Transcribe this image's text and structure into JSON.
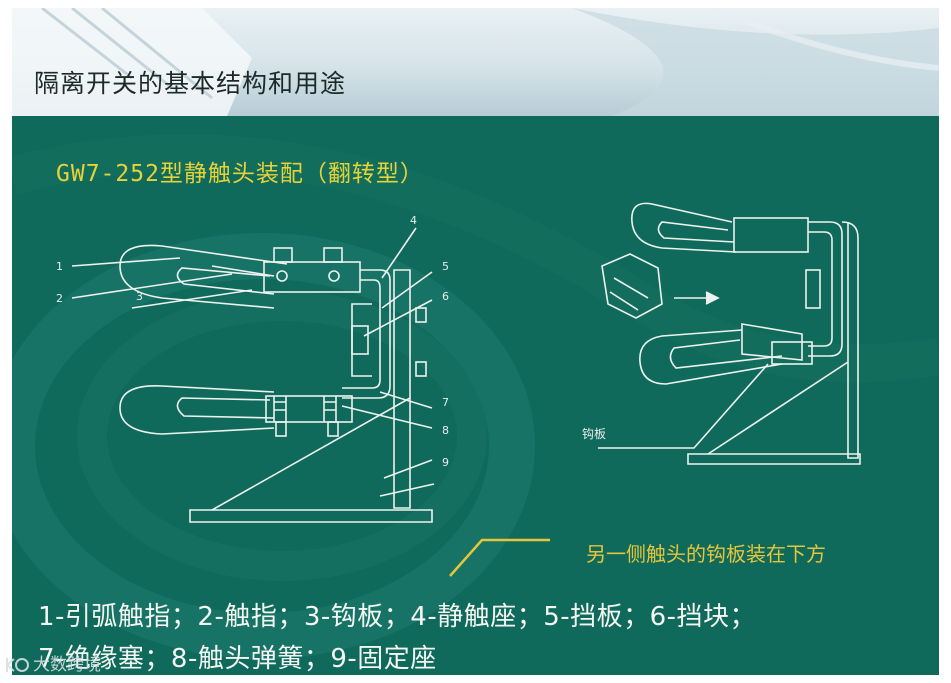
{
  "slide": {
    "title": "隔离开关的基本结构和用途",
    "subtitle": "GW7-252型静触头装配（翻转型）",
    "callout": "另一侧触头的钩板装在下方",
    "legend_line1": "1-引弧触指；2-触指；3-钩板；4-静触座；5-挡板；6-挡块；",
    "legend_line2": "7-绝缘塞；8-触头弹簧；9-固定座"
  },
  "drawing": {
    "labels": {
      "n1": "1",
      "n2": "2",
      "n3": "3",
      "n4": "4",
      "n5": "5",
      "n6": "6",
      "n7": "7",
      "n8": "8",
      "n9": "9",
      "hook_plate": "钩板"
    }
  },
  "watermark": {
    "text": "大数跨境"
  },
  "colors": {
    "slide_bg": "#0f6a5c",
    "title_yellow": "#e6d337",
    "callout_gold": "#e6c53a",
    "line_white": "#eef2ee"
  }
}
